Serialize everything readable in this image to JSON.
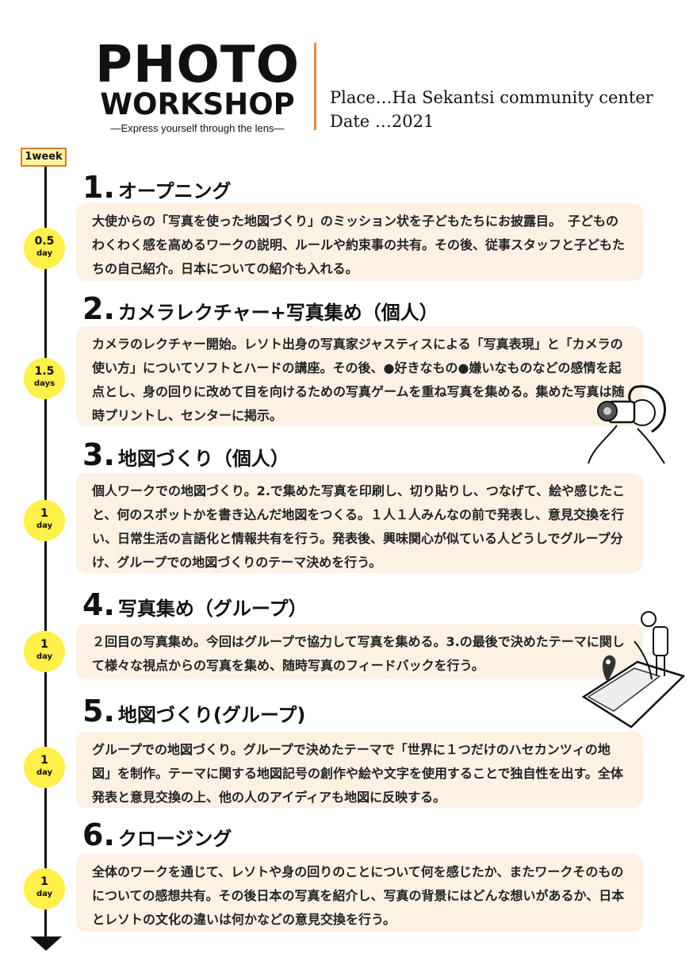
{
  "header": {
    "title_line1": "PHOTO",
    "title_line2": "WORKSHOP",
    "tagline": "―Express yourself through the lens―",
    "place": "Place…Ha Sekantsi community center",
    "date": "Date …2021"
  },
  "timeline": {
    "badge": "1week",
    "days": [
      {
        "n": "0.5",
        "u": "day"
      },
      {
        "n": "1.5",
        "u": "days"
      },
      {
        "n": "1",
        "u": "day"
      },
      {
        "n": "1",
        "u": "day"
      },
      {
        "n": "1",
        "u": "day"
      },
      {
        "n": "1",
        "u": "day"
      }
    ]
  },
  "sections": [
    {
      "num": "1.",
      "title": "オープニング",
      "body": "大使からの「写真を使った地図づくり」のミッション状を子どもたちにお披露目。　子どものわくわく感を高めるワークの説明、ルールや約束事の共有。その後、従事スタッフと子どもたちの自己紹介。日本についての紹介も入れる。"
    },
    {
      "num": "2.",
      "title": "カメラレクチャー+写真集め（個人）",
      "body": "カメラのレクチャー開始。レソト出身の写真家ジャスティスによる「写真表現」と「カメラの使い方」についてソフトとハードの講座。その後、●好きなもの●嫌いなものなどの感情を起点とし、身の回りに改めて目を向けるための写真ゲームを重ね写真を集める。集めた写真は随時プリントし、センターに掲示。"
    },
    {
      "num": "3.",
      "title": "地図づくり（個人）",
      "body": "個人ワークでの地図づくり。2.で集めた写真を印刷し、切り貼りし、つなげて、絵や感じたこと、何のスポットかを書き込んだ地図をつくる。１人１人みんなの前で発表し、意見交換を行い、日常生活の言語化と情報共有を行う。発表後、興味関心が似ている人どうしでグループ分け、グループでの地図づくりのテーマ決めを行う。"
    },
    {
      "num": "4.",
      "title": "写真集め（グループ）",
      "body": "２回目の写真集め。今回はグループで協力して写真を集める。3.の最後で決めたテーマに関して様々な視点からの写真を集め、随時写真のフィードバックを行う。"
    },
    {
      "num": "5.",
      "title": "地図づくり(グループ)",
      "body": "グループでの地図づくり。グループで決めたテーマで「世界に１つだけのハセカンツィの地図」を制作。テーマに関する地図記号の創作や絵や文字を使用することで独自性を出す。全体発表と意見交換の上、他の人のアイディアも地図に反映する。"
    },
    {
      "num": "6.",
      "title": "クロージング",
      "body": "全体のワークを通じて、レソトや身の回りのことについて何を感じたか、またワークそのものについての感想共有。その後日本の写真を紹介し、写真の背景にはどんな想いがあるか、日本とレソトの文化の違いは何かなどの意見交換を行う。"
    }
  ],
  "colors": {
    "accent": "#e08a3c",
    "day_circle": "#fff04a",
    "box_bg": "#fdf1e4"
  },
  "icons": [
    "photographer-illustration",
    "person-on-map-illustration"
  ]
}
